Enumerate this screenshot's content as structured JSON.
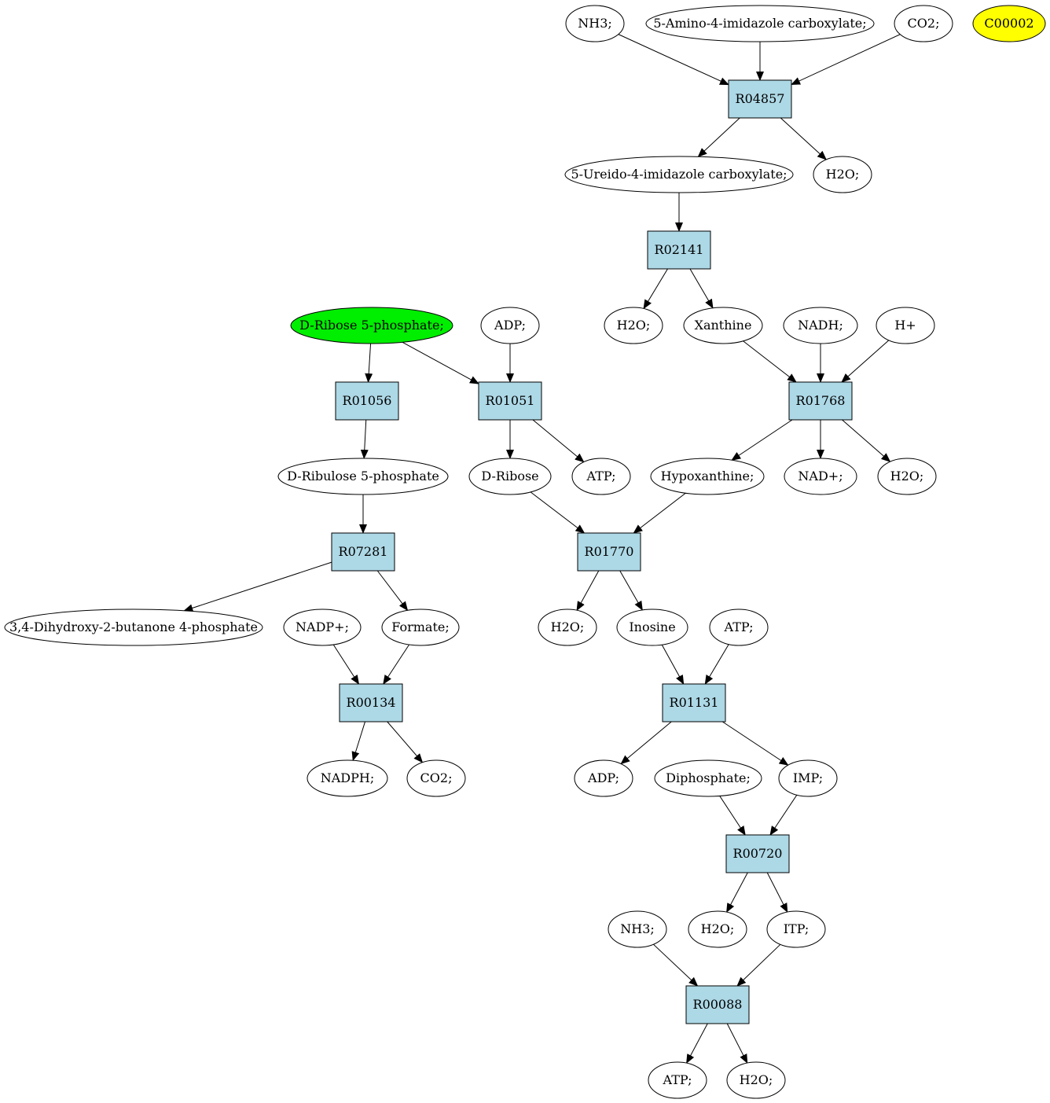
{
  "colors": {
    "reaction_fill": "#add8e6",
    "compound_fill": "#ffffff",
    "source_fill": "#00ee00",
    "query_fill": "#ffff00",
    "stroke": "#000000"
  },
  "nodes": [
    {
      "id": "c_nh3_top",
      "label": "NH3;",
      "kind": "compound"
    },
    {
      "id": "c_5amino",
      "label": "5-Amino-4-imidazole carboxylate;",
      "kind": "compound"
    },
    {
      "id": "c_co2_top",
      "label": "CO2;",
      "kind": "compound"
    },
    {
      "id": "c_c00002",
      "label": "C00002",
      "kind": "query"
    },
    {
      "id": "r_R04857",
      "label": "R04857",
      "kind": "reaction"
    },
    {
      "id": "c_5ureido",
      "label": "5-Ureido-4-imidazole carboxylate;",
      "kind": "compound"
    },
    {
      "id": "c_h2o_r04857",
      "label": "H2O;",
      "kind": "compound"
    },
    {
      "id": "r_R02141",
      "label": "R02141",
      "kind": "reaction"
    },
    {
      "id": "c_h2o_r02141",
      "label": "H2O;",
      "kind": "compound"
    },
    {
      "id": "c_xanthine",
      "label": "Xanthine",
      "kind": "compound"
    },
    {
      "id": "c_nadh",
      "label": "NADH;",
      "kind": "compound"
    },
    {
      "id": "c_hplus",
      "label": "H+",
      "kind": "compound"
    },
    {
      "id": "c_ribose5p",
      "label": "D-Ribose 5-phosphate;",
      "kind": "source"
    },
    {
      "id": "c_adp_top",
      "label": "ADP;",
      "kind": "compound"
    },
    {
      "id": "r_R01056",
      "label": "R01056",
      "kind": "reaction"
    },
    {
      "id": "r_R01051",
      "label": "R01051",
      "kind": "reaction"
    },
    {
      "id": "r_R01768",
      "label": "R01768",
      "kind": "reaction"
    },
    {
      "id": "c_ribulose5p",
      "label": "D-Ribulose 5-phosphate",
      "kind": "compound"
    },
    {
      "id": "c_dribose",
      "label": "D-Ribose",
      "kind": "compound"
    },
    {
      "id": "c_atp_r01051",
      "label": "ATP;",
      "kind": "compound"
    },
    {
      "id": "c_hypoxanthine",
      "label": "Hypoxanthine;",
      "kind": "compound"
    },
    {
      "id": "c_nadplus",
      "label": "NAD+;",
      "kind": "compound"
    },
    {
      "id": "c_h2o_r01768",
      "label": "H2O;",
      "kind": "compound"
    },
    {
      "id": "r_R07281",
      "label": "R07281",
      "kind": "reaction"
    },
    {
      "id": "r_R01770",
      "label": "R01770",
      "kind": "reaction"
    },
    {
      "id": "c_dihydroxy",
      "label": "3,4-Dihydroxy-2-butanone 4-phosphate",
      "kind": "compound"
    },
    {
      "id": "c_nadpplus",
      "label": "NADP+;",
      "kind": "compound"
    },
    {
      "id": "c_formate",
      "label": "Formate;",
      "kind": "compound"
    },
    {
      "id": "c_h2o_r01770",
      "label": "H2O;",
      "kind": "compound"
    },
    {
      "id": "c_inosine",
      "label": "Inosine",
      "kind": "compound"
    },
    {
      "id": "c_atp_mid",
      "label": "ATP;",
      "kind": "compound"
    },
    {
      "id": "r_R00134",
      "label": "R00134",
      "kind": "reaction"
    },
    {
      "id": "r_R01131",
      "label": "R01131",
      "kind": "reaction"
    },
    {
      "id": "c_nadph",
      "label": "NADPH;",
      "kind": "compound"
    },
    {
      "id": "c_co2_bottom",
      "label": "CO2;",
      "kind": "compound"
    },
    {
      "id": "c_adp_bottom",
      "label": "ADP;",
      "kind": "compound"
    },
    {
      "id": "c_diphosphate",
      "label": "Diphosphate;",
      "kind": "compound"
    },
    {
      "id": "c_imp",
      "label": "IMP;",
      "kind": "compound"
    },
    {
      "id": "r_R00720",
      "label": "R00720",
      "kind": "reaction"
    },
    {
      "id": "c_nh3_bottom",
      "label": "NH3;",
      "kind": "compound"
    },
    {
      "id": "c_h2o_r00720",
      "label": "H2O;",
      "kind": "compound"
    },
    {
      "id": "c_itp",
      "label": "ITP;",
      "kind": "compound"
    },
    {
      "id": "r_R00088",
      "label": "R00088",
      "kind": "reaction"
    },
    {
      "id": "c_atp_bottom",
      "label": "ATP;",
      "kind": "compound"
    },
    {
      "id": "c_h2o_bottom",
      "label": "H2O;",
      "kind": "compound"
    }
  ],
  "edges": [
    [
      "c_nh3_top",
      "r_R04857"
    ],
    [
      "c_5amino",
      "r_R04857"
    ],
    [
      "c_co2_top",
      "r_R04857"
    ],
    [
      "r_R04857",
      "c_5ureido"
    ],
    [
      "r_R04857",
      "c_h2o_r04857"
    ],
    [
      "c_5ureido",
      "r_R02141"
    ],
    [
      "r_R02141",
      "c_h2o_r02141"
    ],
    [
      "r_R02141",
      "c_xanthine"
    ],
    [
      "c_xanthine",
      "r_R01768"
    ],
    [
      "c_nadh",
      "r_R01768"
    ],
    [
      "c_hplus",
      "r_R01768"
    ],
    [
      "r_R01768",
      "c_hypoxanthine"
    ],
    [
      "r_R01768",
      "c_nadplus"
    ],
    [
      "r_R01768",
      "c_h2o_r01768"
    ],
    [
      "c_ribose5p",
      "r_R01056"
    ],
    [
      "c_ribose5p",
      "r_R01051"
    ],
    [
      "c_adp_top",
      "r_R01051"
    ],
    [
      "r_R01051",
      "c_dribose"
    ],
    [
      "r_R01051",
      "c_atp_r01051"
    ],
    [
      "r_R01056",
      "c_ribulose5p"
    ],
    [
      "c_ribulose5p",
      "r_R07281"
    ],
    [
      "r_R07281",
      "c_dihydroxy"
    ],
    [
      "r_R07281",
      "c_formate"
    ],
    [
      "c_nadpplus",
      "r_R00134"
    ],
    [
      "c_formate",
      "r_R00134"
    ],
    [
      "r_R00134",
      "c_nadph"
    ],
    [
      "r_R00134",
      "c_co2_bottom"
    ],
    [
      "c_dribose",
      "r_R01770"
    ],
    [
      "c_hypoxanthine",
      "r_R01770"
    ],
    [
      "r_R01770",
      "c_h2o_r01770"
    ],
    [
      "r_R01770",
      "c_inosine"
    ],
    [
      "c_inosine",
      "r_R01131"
    ],
    [
      "c_atp_mid",
      "r_R01131"
    ],
    [
      "r_R01131",
      "c_adp_bottom"
    ],
    [
      "r_R01131",
      "c_imp"
    ],
    [
      "c_diphosphate",
      "r_R00720"
    ],
    [
      "c_imp",
      "r_R00720"
    ],
    [
      "r_R00720",
      "c_h2o_r00720"
    ],
    [
      "r_R00720",
      "c_itp"
    ],
    [
      "c_nh3_bottom",
      "r_R00088"
    ],
    [
      "c_itp",
      "r_R00088"
    ],
    [
      "r_R00088",
      "c_atp_bottom"
    ],
    [
      "r_R00088",
      "c_h2o_bottom"
    ]
  ]
}
